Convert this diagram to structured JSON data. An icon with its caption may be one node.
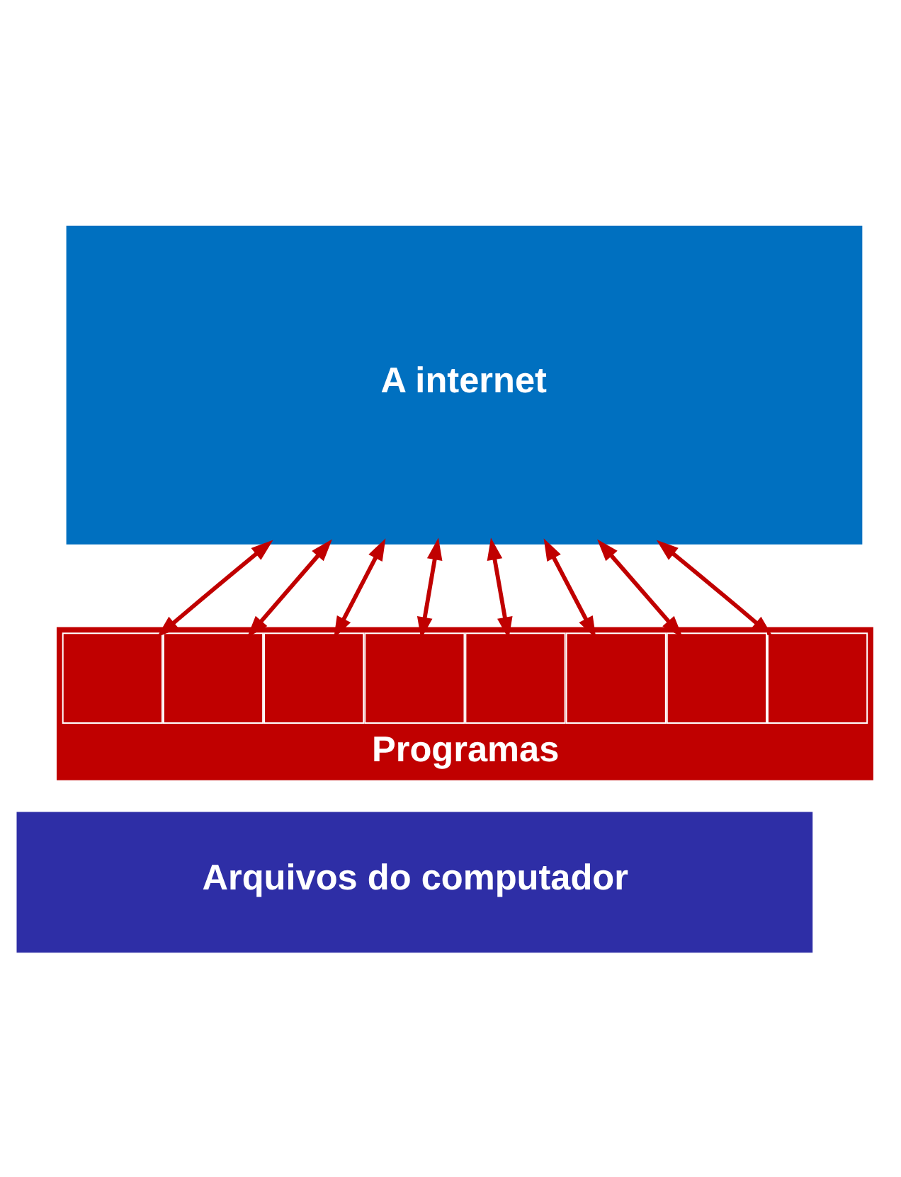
{
  "diagram": {
    "nodes": [
      {
        "text": [
          "A internet"
        ]
      },
      {
        "text": [
          "Programas"
        ]
      },
      {
        "text": [],
        "shape": "box",
        "in": 1
      },
      {
        "text": [],
        "shape": "box",
        "in": 1
      },
      {
        "text": [],
        "shape": "box",
        "in": 1
      },
      {
        "text": [],
        "shape": "box",
        "in": 1
      },
      {
        "text": [],
        "shape": "box",
        "in": 1
      },
      {
        "text": [],
        "shape": "box",
        "in": 1
      },
      {
        "text": [],
        "shape": "box",
        "in": 1
      },
      {
        "text": [],
        "shape": "box",
        "in": 1
      },
      {
        "text": [
          "Arquivos do computador"
        ]
      }
    ],
    "edges": [
      {
        "from": 0,
        "to": 2,
        "arrow": "both",
        "color": "#c00000"
      },
      {
        "from": 0,
        "to": 3,
        "arrow": "both",
        "color": "#c00000"
      },
      {
        "from": 0,
        "to": 4,
        "arrow": "both",
        "color": "#c00000"
      },
      {
        "from": 0,
        "to": 5,
        "arrow": "both",
        "color": "#c00000"
      },
      {
        "from": 0,
        "to": 6,
        "arrow": "both",
        "color": "#c00000"
      },
      {
        "from": 0,
        "to": 7,
        "arrow": "both",
        "color": "#c00000"
      },
      {
        "from": 0,
        "to": 8,
        "arrow": "both",
        "color": "#c00000"
      },
      {
        "from": 0,
        "to": 9,
        "arrow": "both",
        "color": "#c00000"
      }
    ]
  }
}
